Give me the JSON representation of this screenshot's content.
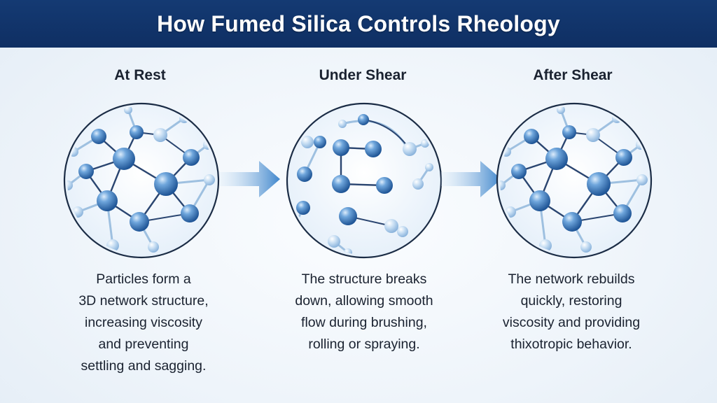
{
  "title": "How Fumed Silica Controls Rheology",
  "colors": {
    "header": "#143a73",
    "particle": "#3d7cc4",
    "particle_light": "#a8c8e8",
    "bond_dark": "#2a4570",
    "bond_light": "#9ec0e0",
    "arrow": "#4a8fd0"
  },
  "stages": [
    {
      "title": "At Rest",
      "description_lines": [
        "Particles form a",
        "3D network structure,",
        "increasing viscosity",
        "and preventing",
        "settling and sagging."
      ]
    },
    {
      "title": "Under Shear",
      "description_lines": [
        "The structure breaks",
        "down, allowing smooth",
        "flow during brushing,",
        "rolling or spraying."
      ]
    },
    {
      "title": "After Shear",
      "description_lines": [
        "The network rebuilds",
        "quickly, restoring",
        "viscosity and providing",
        "thixotropic behavior."
      ]
    }
  ],
  "icons": {
    "arrow_1": "arrow-right-icon",
    "arrow_2": "arrow-right-icon"
  }
}
